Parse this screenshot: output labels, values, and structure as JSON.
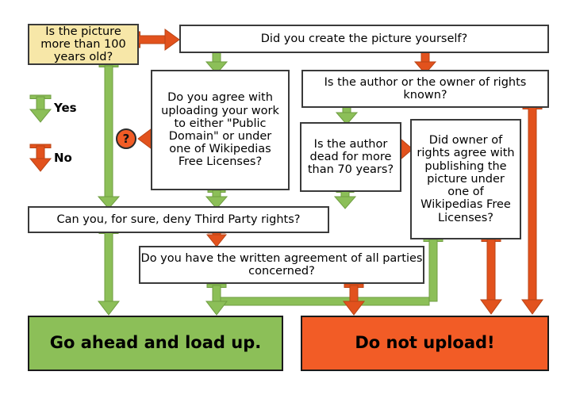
{
  "diagram": {
    "title": "Picture upload decision flowchart",
    "colors": {
      "yes_green": "#8cbf58",
      "no_orange": "#e2521d",
      "result_green": "#8cbf58",
      "result_orange": "#f25c26",
      "box_yellow": "#f7e7a8",
      "box_white": "#ffffff",
      "stroke_dark": "#3a3a3a"
    },
    "legend": {
      "yes_label": "Yes",
      "no_label": "No"
    },
    "badge": {
      "question_mark": "?"
    },
    "nodes": {
      "age": "Is the picture more than 100 years old?",
      "created_yourself": "Did you create the picture yourself?",
      "agree_upload": "Do you agree with uploading your work to either \"Public Domain\" or under one of Wikipedias Free Licenses?",
      "author_known": "Is the author or the owner of rights known?",
      "author_dead": "Is the author dead for more than 70 years?",
      "owner_agree": "Did owner of rights agree with publishing the picture under one of Wikipedias Free Licenses?",
      "third_party": "Can you, for sure, deny Third Party rights?",
      "written_agreement": "Do you have the written agreement of all parties concerned?",
      "go_ahead": "Go ahead and load up.",
      "do_not_upload": "Do not upload!"
    },
    "edges": [
      {
        "from": "age",
        "to": "created_yourself",
        "answer": "No"
      },
      {
        "from": "age",
        "to": "third_party",
        "answer": "Yes"
      },
      {
        "from": "created_yourself",
        "to": "agree_upload",
        "answer": "Yes"
      },
      {
        "from": "created_yourself",
        "to": "author_known",
        "answer": "No"
      },
      {
        "from": "agree_upload",
        "to": "third_party",
        "answer": "Yes"
      },
      {
        "from": "agree_upload",
        "to": "question_badge",
        "answer": "No"
      },
      {
        "from": "author_known",
        "to": "author_dead",
        "answer": "Yes"
      },
      {
        "from": "author_known",
        "to": "do_not_upload",
        "answer": "No"
      },
      {
        "from": "author_dead",
        "to": "third_party",
        "answer": "Yes"
      },
      {
        "from": "author_dead",
        "to": "owner_agree",
        "answer": "No"
      },
      {
        "from": "owner_agree",
        "to": "go_ahead",
        "answer": "Yes"
      },
      {
        "from": "owner_agree",
        "to": "do_not_upload",
        "answer": "No"
      },
      {
        "from": "third_party",
        "to": "go_ahead",
        "answer": "Yes"
      },
      {
        "from": "third_party",
        "to": "written_agreement",
        "answer": "No"
      },
      {
        "from": "written_agreement",
        "to": "go_ahead",
        "answer": "Yes"
      },
      {
        "from": "written_agreement",
        "to": "do_not_upload",
        "answer": "No"
      }
    ]
  }
}
